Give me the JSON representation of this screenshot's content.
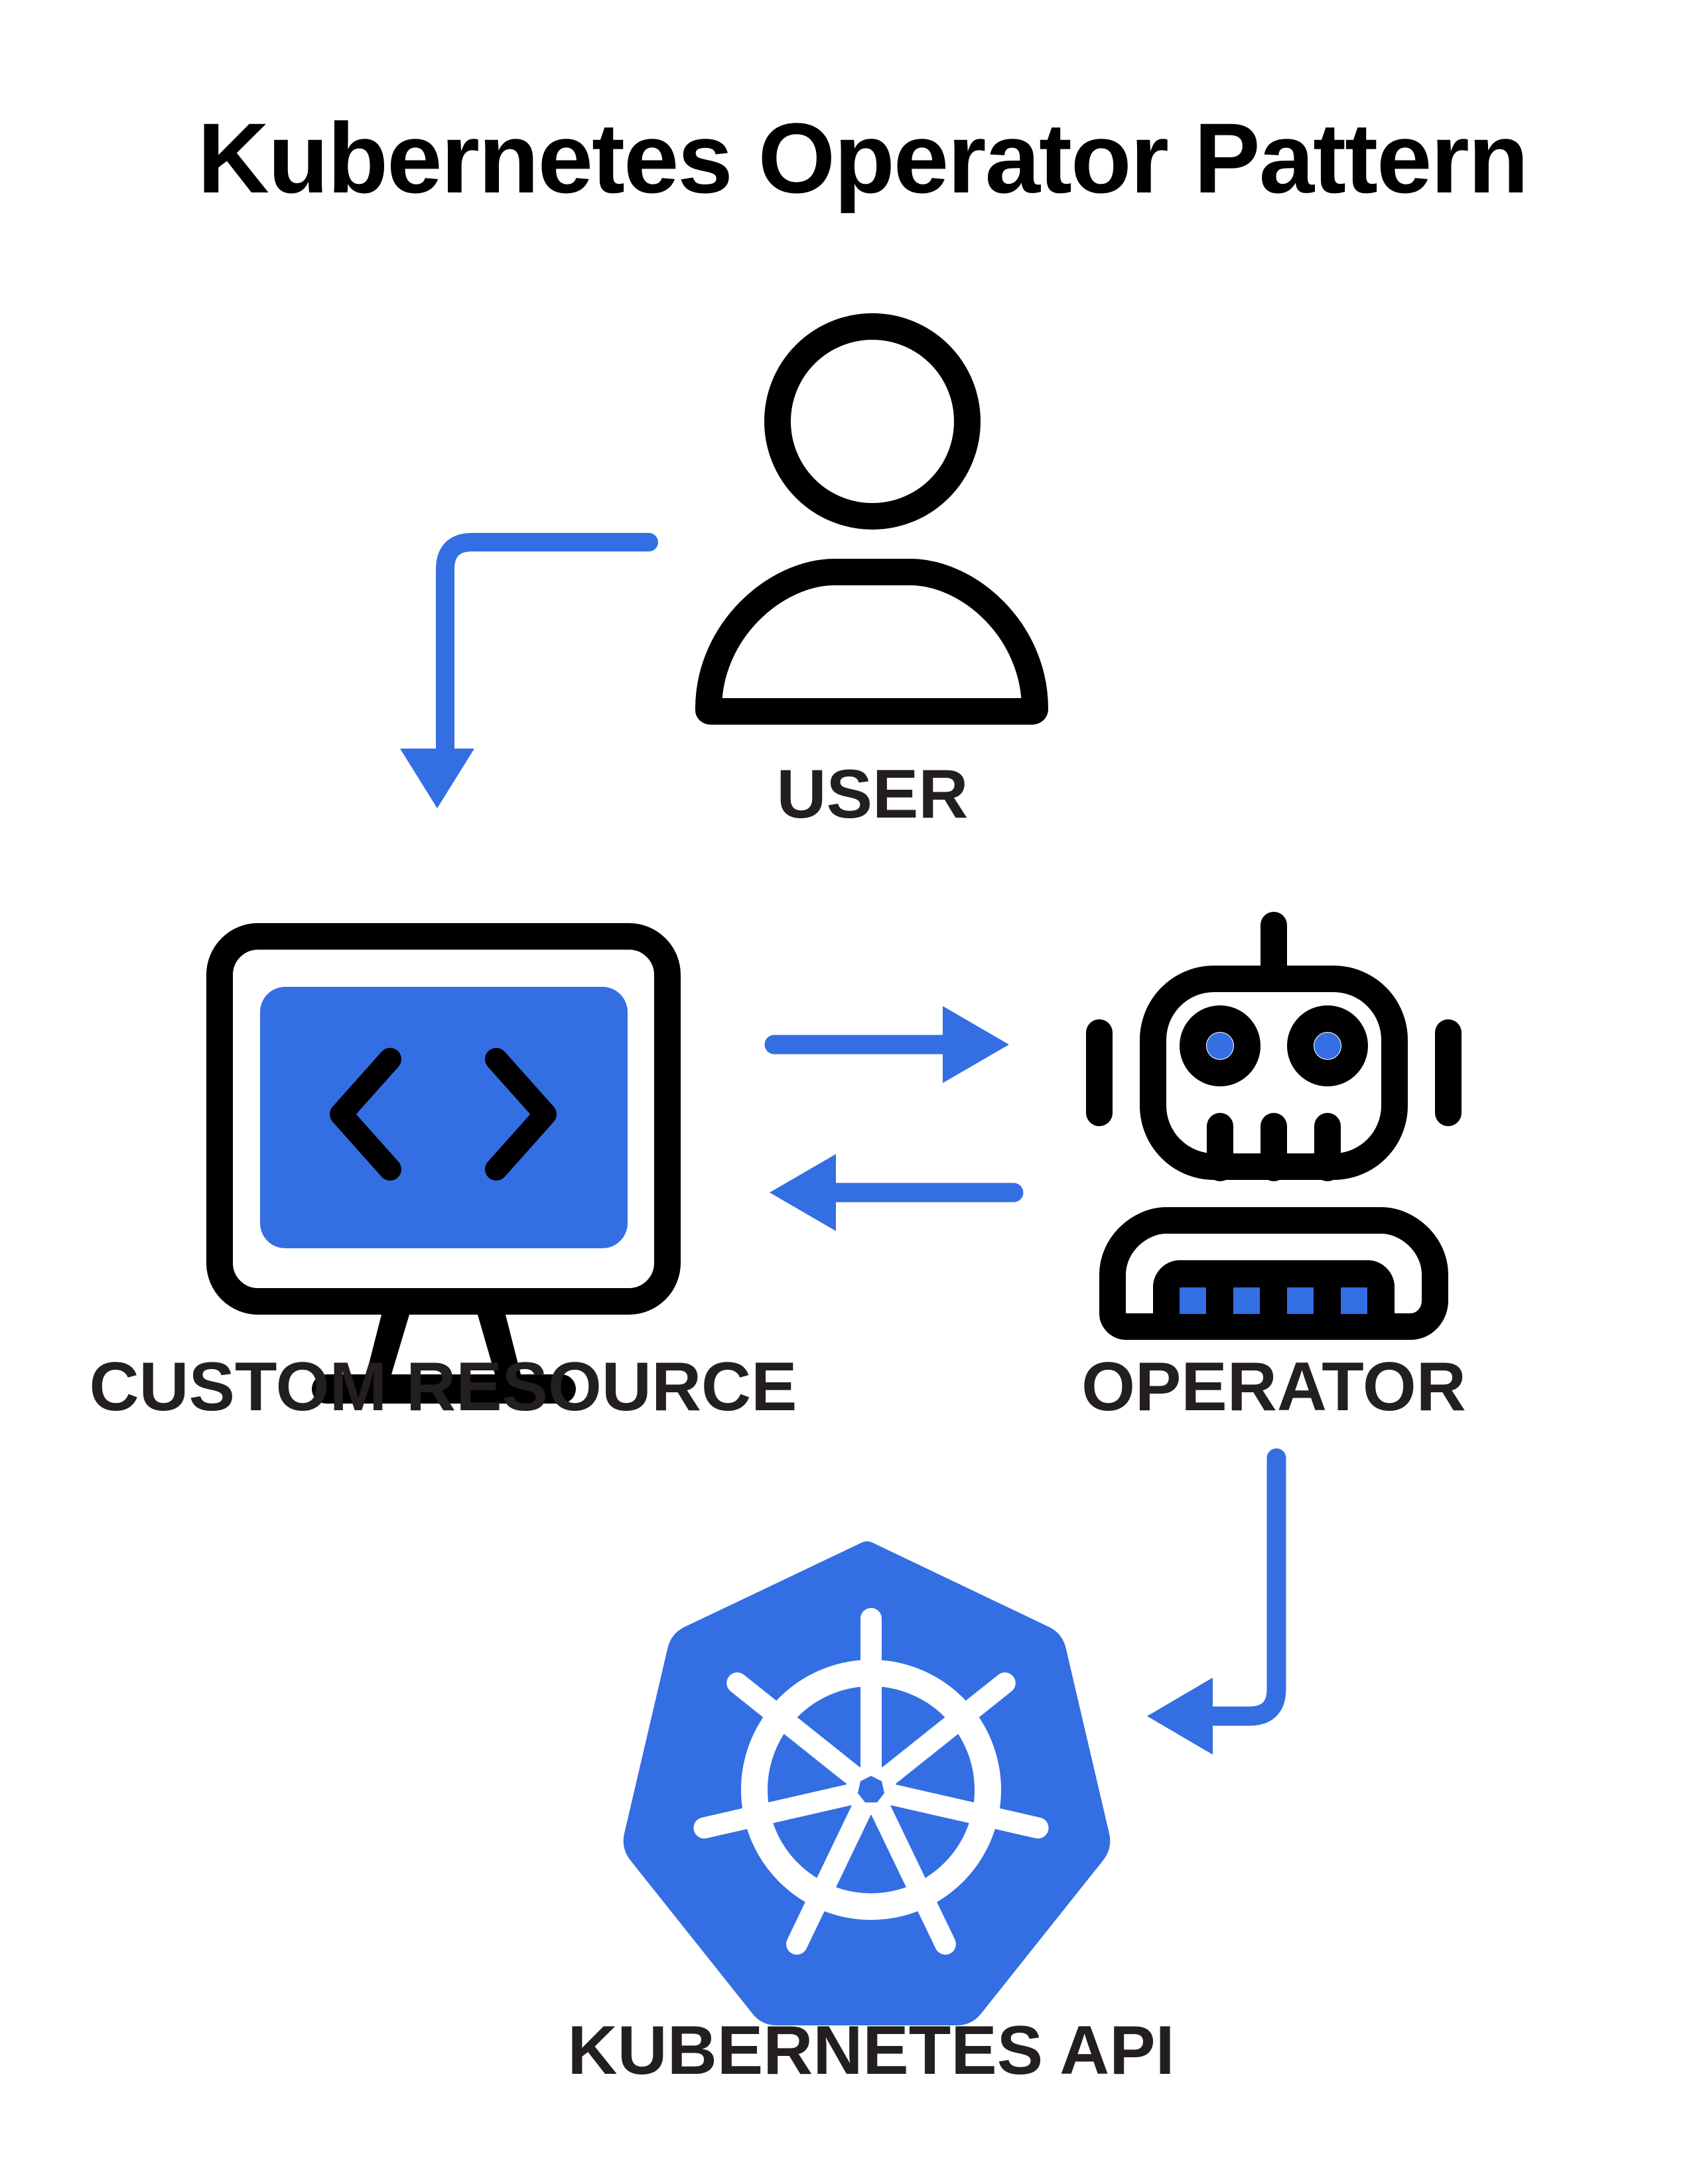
{
  "title": "Kubernetes Operator Pattern",
  "colors": {
    "accent": "#346ee3",
    "stroke": "#000000",
    "label": "#231f20",
    "background": "#ffffff"
  },
  "nodes": {
    "user": {
      "label": "USER",
      "icon": "user-icon"
    },
    "custom_resource": {
      "label": "CUSTOM RESOURCE",
      "icon": "monitor-code-icon"
    },
    "operator": {
      "label": "OPERATOR",
      "icon": "robot-icon"
    },
    "kubernetes_api": {
      "label": "KUBERNETES API",
      "icon": "kubernetes-helm-icon"
    }
  },
  "edges": [
    {
      "from": "user",
      "to": "custom_resource"
    },
    {
      "from": "custom_resource",
      "to": "operator"
    },
    {
      "from": "operator",
      "to": "custom_resource"
    },
    {
      "from": "operator",
      "to": "kubernetes_api"
    }
  ]
}
